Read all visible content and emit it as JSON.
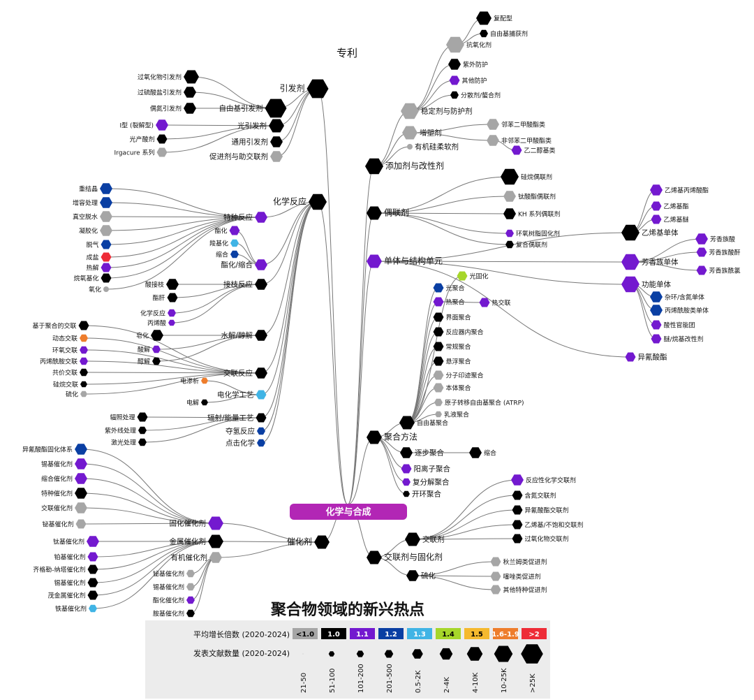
{
  "root": {
    "label": "化学与合成",
    "color": "#b226b5"
  },
  "top_label": "专利",
  "title": "聚合物领域的新兴热点",
  "colors": {
    "gray": "#a6a6a6",
    "black": "#000000",
    "purple": "#7319cf",
    "navy": "#0a3fa3",
    "lightblue": "#40b4e5",
    "lime": "#a6d62a",
    "yellow": "#f5b92e",
    "orange": "#ee7d2c",
    "red": "#ee2c37"
  },
  "legend": {
    "growth_label": "平均增长倍数 (2020-2024)",
    "growth": [
      {
        "label": "<1.0",
        "color": "gray"
      },
      {
        "label": "1.0",
        "color": "black"
      },
      {
        "label": "1.1",
        "color": "purple"
      },
      {
        "label": "1.2",
        "color": "navy"
      },
      {
        "label": "1.3",
        "color": "lightblue"
      },
      {
        "label": "1.4",
        "color": "lime"
      },
      {
        "label": "1.5",
        "color": "yellow"
      },
      {
        "label": "1.6-1.9",
        "color": "orange"
      },
      {
        "label": ">2",
        "color": "red"
      }
    ],
    "count_label": "发表文献数量 (2020-2024)",
    "counts": [
      "21-50",
      "51-100",
      "101-200",
      "201-500",
      "0.5-2K",
      "2-4K",
      "4-10K",
      "10-25K",
      ">25K"
    ]
  },
  "branches": [
    {
      "label": "引发剂",
      "size": 8,
      "color": "black",
      "children": [
        {
          "label": "自由基引发剂",
          "size": 8,
          "color": "black",
          "children": [
            {
              "label": "过氧化物引发剂",
              "size": 6,
              "color": "black"
            },
            {
              "label": "过硫酸盐引发剂",
              "size": 5,
              "color": "black"
            },
            {
              "label": "偶氮引发剂",
              "size": 5,
              "color": "black"
            }
          ]
        },
        {
          "label": "光引发剂",
          "size": 6,
          "color": "black",
          "children": [
            {
              "label": "I型 (裂解型)",
              "size": 5,
              "color": "purple"
            },
            {
              "label": "光产酸剂",
              "size": 4,
              "color": "black"
            },
            {
              "label": "Irgacure 系列",
              "size": 4,
              "color": "gray"
            }
          ]
        },
        {
          "label": "通用引发剂",
          "size": 5,
          "color": "black"
        },
        {
          "label": "促进剂与助交联剂",
          "size": 5,
          "color": "gray"
        }
      ]
    },
    {
      "label": "化学反应",
      "size": 7,
      "color": "black",
      "children": [
        {
          "label": "特种反应",
          "size": 5,
          "color": "purple",
          "children": [
            {
              "label": "重结晶",
              "size": 5,
              "color": "navy"
            },
            {
              "label": "增容处理",
              "size": 5,
              "color": "navy"
            },
            {
              "label": "真空脱水",
              "size": 5,
              "color": "gray"
            },
            {
              "label": "凝胶化",
              "size": 5,
              "color": "gray"
            },
            {
              "label": "脱气",
              "size": 4,
              "color": "navy"
            },
            {
              "label": "成盐",
              "size": 4,
              "color": "red"
            },
            {
              "label": "热解",
              "size": 4,
              "color": "purple"
            },
            {
              "label": "烷氧基化",
              "size": 4,
              "color": "black"
            },
            {
              "label": "氧化",
              "size": 1,
              "color": "gray"
            }
          ]
        },
        {
          "label": "酯化/缩合",
          "size": 5,
          "color": "purple",
          "children": [
            {
              "label": "酯化",
              "size": 4,
              "color": "purple"
            },
            {
              "label": "羧基化",
              "size": 3,
              "color": "lightblue"
            },
            {
              "label": "缩合",
              "size": 3,
              "color": "navy"
            }
          ]
        },
        {
          "label": "接枝反应",
          "size": 5,
          "color": "black",
          "children": [
            {
              "label": "酸接枝",
              "size": 5,
              "color": "black"
            },
            {
              "label": "酯肝",
              "size": 4,
              "color": "black"
            },
            {
              "label": "化学反应",
              "size": 3,
              "color": "purple"
            },
            {
              "label": "丙烯酸",
              "size": 2,
              "color": "purple"
            }
          ]
        },
        {
          "label": "水解/醇解",
          "size": 5,
          "color": "black",
          "children": [
            {
              "label": "皂化",
              "size": 5,
              "color": "black"
            },
            {
              "label": "酸解",
              "size": 3,
              "color": "purple"
            },
            {
              "label": "醇解",
              "size": 3,
              "color": "black"
            }
          ]
        },
        {
          "label": "交联反应",
          "size": 5,
          "color": "black",
          "children": [
            {
              "label": "基于聚合的交联",
              "size": 4,
              "color": "black"
            },
            {
              "label": "动态交联",
              "size": 3,
              "color": "orange"
            },
            {
              "label": "环氧交联",
              "size": 3,
              "color": "purple"
            },
            {
              "label": "丙烯酰胺交联",
              "size": 3,
              "color": "purple"
            },
            {
              "label": "共价交联",
              "size": 3,
              "color": "black"
            },
            {
              "label": "硅烷交联",
              "size": 2,
              "color": "black"
            },
            {
              "label": "硫化",
              "size": 2,
              "color": "gray"
            }
          ]
        },
        {
          "label": "电化学工艺",
          "size": 4,
          "color": "lightblue",
          "children": [
            {
              "label": "电渗析",
              "size": 2,
              "color": "orange"
            },
            {
              "label": "电解",
              "size": 2,
              "color": "black"
            }
          ]
        },
        {
          "label": "辐射/能量工艺",
          "size": 4,
          "color": "black",
          "children": [
            {
              "label": "辐照处理",
              "size": 4,
              "color": "black"
            },
            {
              "label": "紫外线处理",
              "size": 3,
              "color": "black"
            },
            {
              "label": "激光处理",
              "size": 3,
              "color": "black"
            }
          ]
        },
        {
          "label": "夺氢反应",
          "size": 3,
          "color": "navy"
        },
        {
          "label": "点击化学",
          "size": 3,
          "color": "navy"
        }
      ]
    },
    {
      "label": "催化剂",
      "size": 6,
      "color": "black",
      "children": [
        {
          "label": "固化催化剂",
          "size": 6,
          "color": "purple",
          "children": [
            {
              "label": "异氰酸酯固化体系",
              "size": 5,
              "color": "navy"
            },
            {
              "label": "锡基催化剂",
              "size": 5,
              "color": "purple"
            },
            {
              "label": "缩合催化剂",
              "size": 5,
              "color": "purple"
            },
            {
              "label": "特种催化剂",
              "size": 5,
              "color": "black"
            },
            {
              "label": "交联催化剂",
              "size": 5,
              "color": "gray"
            },
            {
              "label": "铋基催化剂",
              "size": 4,
              "color": "gray"
            }
          ]
        },
        {
          "label": "金属催化剂",
          "size": 6,
          "color": "black",
          "children": [
            {
              "label": "钛基催化剂",
              "size": 5,
              "color": "purple"
            },
            {
              "label": "铂基催化剂",
              "size": 4,
              "color": "purple"
            },
            {
              "label": "齐格勒-纳塔催化剂",
              "size": 4,
              "color": "black"
            },
            {
              "label": "锡基催化剂",
              "size": 4,
              "color": "black"
            },
            {
              "label": "茂金属催化剂",
              "size": 4,
              "color": "black"
            },
            {
              "label": "铁基催化剂",
              "size": 3,
              "color": "lightblue"
            }
          ]
        },
        {
          "label": "有机催化剂",
          "size": 5,
          "color": "gray",
          "children": [
            {
              "label": "铋基催化剂",
              "size": 3,
              "color": "gray"
            },
            {
              "label": "锡基催化剂",
              "size": 3,
              "color": "gray"
            },
            {
              "label": "酯化催化剂",
              "size": 3,
              "color": "purple"
            },
            {
              "label": "胺基催化剂",
              "size": 3,
              "color": "black"
            }
          ]
        }
      ]
    },
    {
      "label": "添加剂与改性剂",
      "size": 7,
      "color": "black",
      "children": [
        {
          "label": "稳定剂与防护剂",
          "size": 7,
          "color": "gray",
          "children": [
            {
              "label": "抗氧化剂",
              "size": 7,
              "color": "gray",
              "children": [
                {
                  "label": "复配型",
                  "size": 6,
                  "color": "black"
                },
                {
                  "label": "自由基捕获剂",
                  "size": 3,
                  "color": "black"
                }
              ]
            },
            {
              "label": "紫外防护",
              "size": 5,
              "color": "black"
            },
            {
              "label": "其他防护",
              "size": 4,
              "color": "purple"
            },
            {
              "label": "分散剂/螯合剂",
              "size": 3,
              "color": "black"
            }
          ]
        },
        {
          "label": "增塑剂",
          "size": 6,
          "color": "gray",
          "children": [
            {
              "label": "邻苯二甲酸酯类",
              "size": 5,
              "color": "gray"
            },
            {
              "label": "非邻苯二甲酸酯类",
              "size": 5,
              "color": "gray",
              "children": [
                {
                  "label": "乙二醇基类",
                  "size": 4,
                  "color": "purple"
                }
              ]
            }
          ]
        },
        {
          "label": "有机硅柔软剂",
          "size": 1,
          "color": "gray"
        }
      ]
    },
    {
      "label": "偶联剂",
      "size": 6,
      "color": "black",
      "children": [
        {
          "label": "硅烷偶联剂",
          "size": 7,
          "color": "black"
        },
        {
          "label": "钛酸酯偶联剂",
          "size": 5,
          "color": "gray"
        },
        {
          "label": "KH 系列偶联剂",
          "size": 5,
          "color": "black"
        },
        {
          "label": "环氧树脂固化剂",
          "size": 3,
          "color": "purple"
        },
        {
          "label": "复合偶联剂",
          "size": 3,
          "color": "black"
        }
      ]
    },
    {
      "label": "单体与结构单元",
      "size": 6,
      "color": "purple",
      "children": [
        {
          "label": "乙烯基单体",
          "size": 7,
          "color": "black",
          "children": [
            {
              "label": "乙烯基丙烯酸酯",
              "size": 5,
              "color": "purple"
            },
            {
              "label": "乙烯基酯",
              "size": 4,
              "color": "purple"
            },
            {
              "label": "乙烯基醚",
              "size": 4,
              "color": "purple"
            }
          ]
        },
        {
          "label": "芳香族单体",
          "size": 7,
          "color": "purple",
          "children": [
            {
              "label": "芳香族酸",
              "size": 5,
              "color": "purple"
            },
            {
              "label": "芳香族酸酐",
              "size": 4,
              "color": "purple"
            },
            {
              "label": "芳香族酰氯",
              "size": 4,
              "color": "purple"
            }
          ]
        },
        {
          "label": "功能单体",
          "size": 7,
          "color": "purple",
          "children": [
            {
              "label": "杂环/含氮单体",
              "size": 5,
              "color": "navy"
            },
            {
              "label": "丙烯酰胺类单体",
              "size": 5,
              "color": "navy"
            },
            {
              "label": "酸性官能团",
              "size": 4,
              "color": "purple"
            },
            {
              "label": "醚/烷基改性剂",
              "size": 4,
              "color": "purple"
            }
          ]
        },
        {
          "label": "异氰酸酯",
          "size": 4,
          "color": "purple"
        }
      ]
    },
    {
      "label": "聚合方法",
      "size": 6,
      "color": "black",
      "children": [
        {
          "label": "自由基聚合",
          "size": 6,
          "color": "black",
          "children": [
            {
              "label": "光固化",
              "size": 4,
              "color": "lime"
            },
            {
              "label": "光聚合",
              "size": 4,
              "color": "navy"
            },
            {
              "label": "热聚合",
              "size": 4,
              "color": "purple",
              "children": [
                {
                  "label": "热交联",
                  "size": 4,
                  "color": "purple"
                }
              ]
            },
            {
              "label": "界面聚合",
              "size": 4,
              "color": "black"
            },
            {
              "label": "反应器内聚合",
              "size": 4,
              "color": "black"
            },
            {
              "label": "常规聚合",
              "size": 4,
              "color": "black"
            },
            {
              "label": "悬浮聚合",
              "size": 4,
              "color": "black"
            },
            {
              "label": "分子印迹聚合",
              "size": 4,
              "color": "gray"
            },
            {
              "label": "本体聚合",
              "size": 4,
              "color": "gray"
            },
            {
              "label": "原子转移自由基聚合 (ATRP)",
              "size": 3,
              "color": "gray"
            },
            {
              "label": "乳液聚合",
              "size": 2,
              "color": "gray"
            }
          ]
        },
        {
          "label": "逐步聚合",
          "size": 5,
          "color": "black",
          "children": [
            {
              "label": "缩合",
              "size": 5,
              "color": "black"
            }
          ]
        },
        {
          "label": "阳离子聚合",
          "size": 4,
          "color": "purple"
        },
        {
          "label": "复分解聚合",
          "size": 3,
          "color": "purple"
        },
        {
          "label": "开环聚合",
          "size": 2,
          "color": "black"
        }
      ]
    },
    {
      "label": "交联剂与固化剂",
      "size": 6,
      "color": "black",
      "children": [
        {
          "label": "交联剂",
          "size": 6,
          "color": "black",
          "children": [
            {
              "label": "反应性化学交联剂",
              "size": 5,
              "color": "purple"
            },
            {
              "label": "含氮交联剂",
              "size": 4,
              "color": "black"
            },
            {
              "label": "异氰酸酯交联剂",
              "size": 4,
              "color": "black"
            },
            {
              "label": "乙烯基/不饱和交联剂",
              "size": 4,
              "color": "black"
            },
            {
              "label": "过氧化物交联剂",
              "size": 4,
              "color": "black"
            }
          ]
        },
        {
          "label": "硫化",
          "size": 5,
          "color": "black",
          "children": [
            {
              "label": "秋兰姆类促进剂",
              "size": 4,
              "color": "gray"
            },
            {
              "label": "噻唑类促进剂",
              "size": 4,
              "color": "gray"
            },
            {
              "label": "其他特种促进剂",
              "size": 4,
              "color": "gray"
            }
          ]
        }
      ]
    }
  ]
}
